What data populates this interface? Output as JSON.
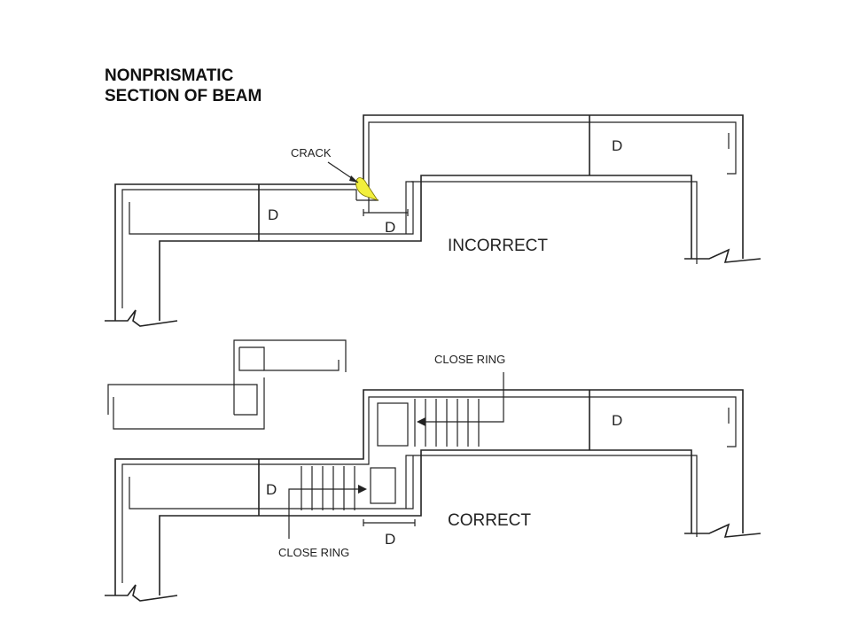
{
  "title": {
    "line1": "NONPRISMATIC",
    "line2": "SECTION OF BEAM"
  },
  "incorrect": {
    "caption": "INCORRECT",
    "crack_label": "CRACK",
    "depth_labels": [
      "D",
      "D",
      "D"
    ]
  },
  "correct": {
    "caption": "CORRECT",
    "close_ring_top": "CLOSE RING",
    "close_ring_bottom": "CLOSE RING",
    "depth_labels": [
      "D",
      "D",
      "D"
    ]
  },
  "colors": {
    "line": "#222222",
    "crack_fill": "#f2ef3c"
  }
}
